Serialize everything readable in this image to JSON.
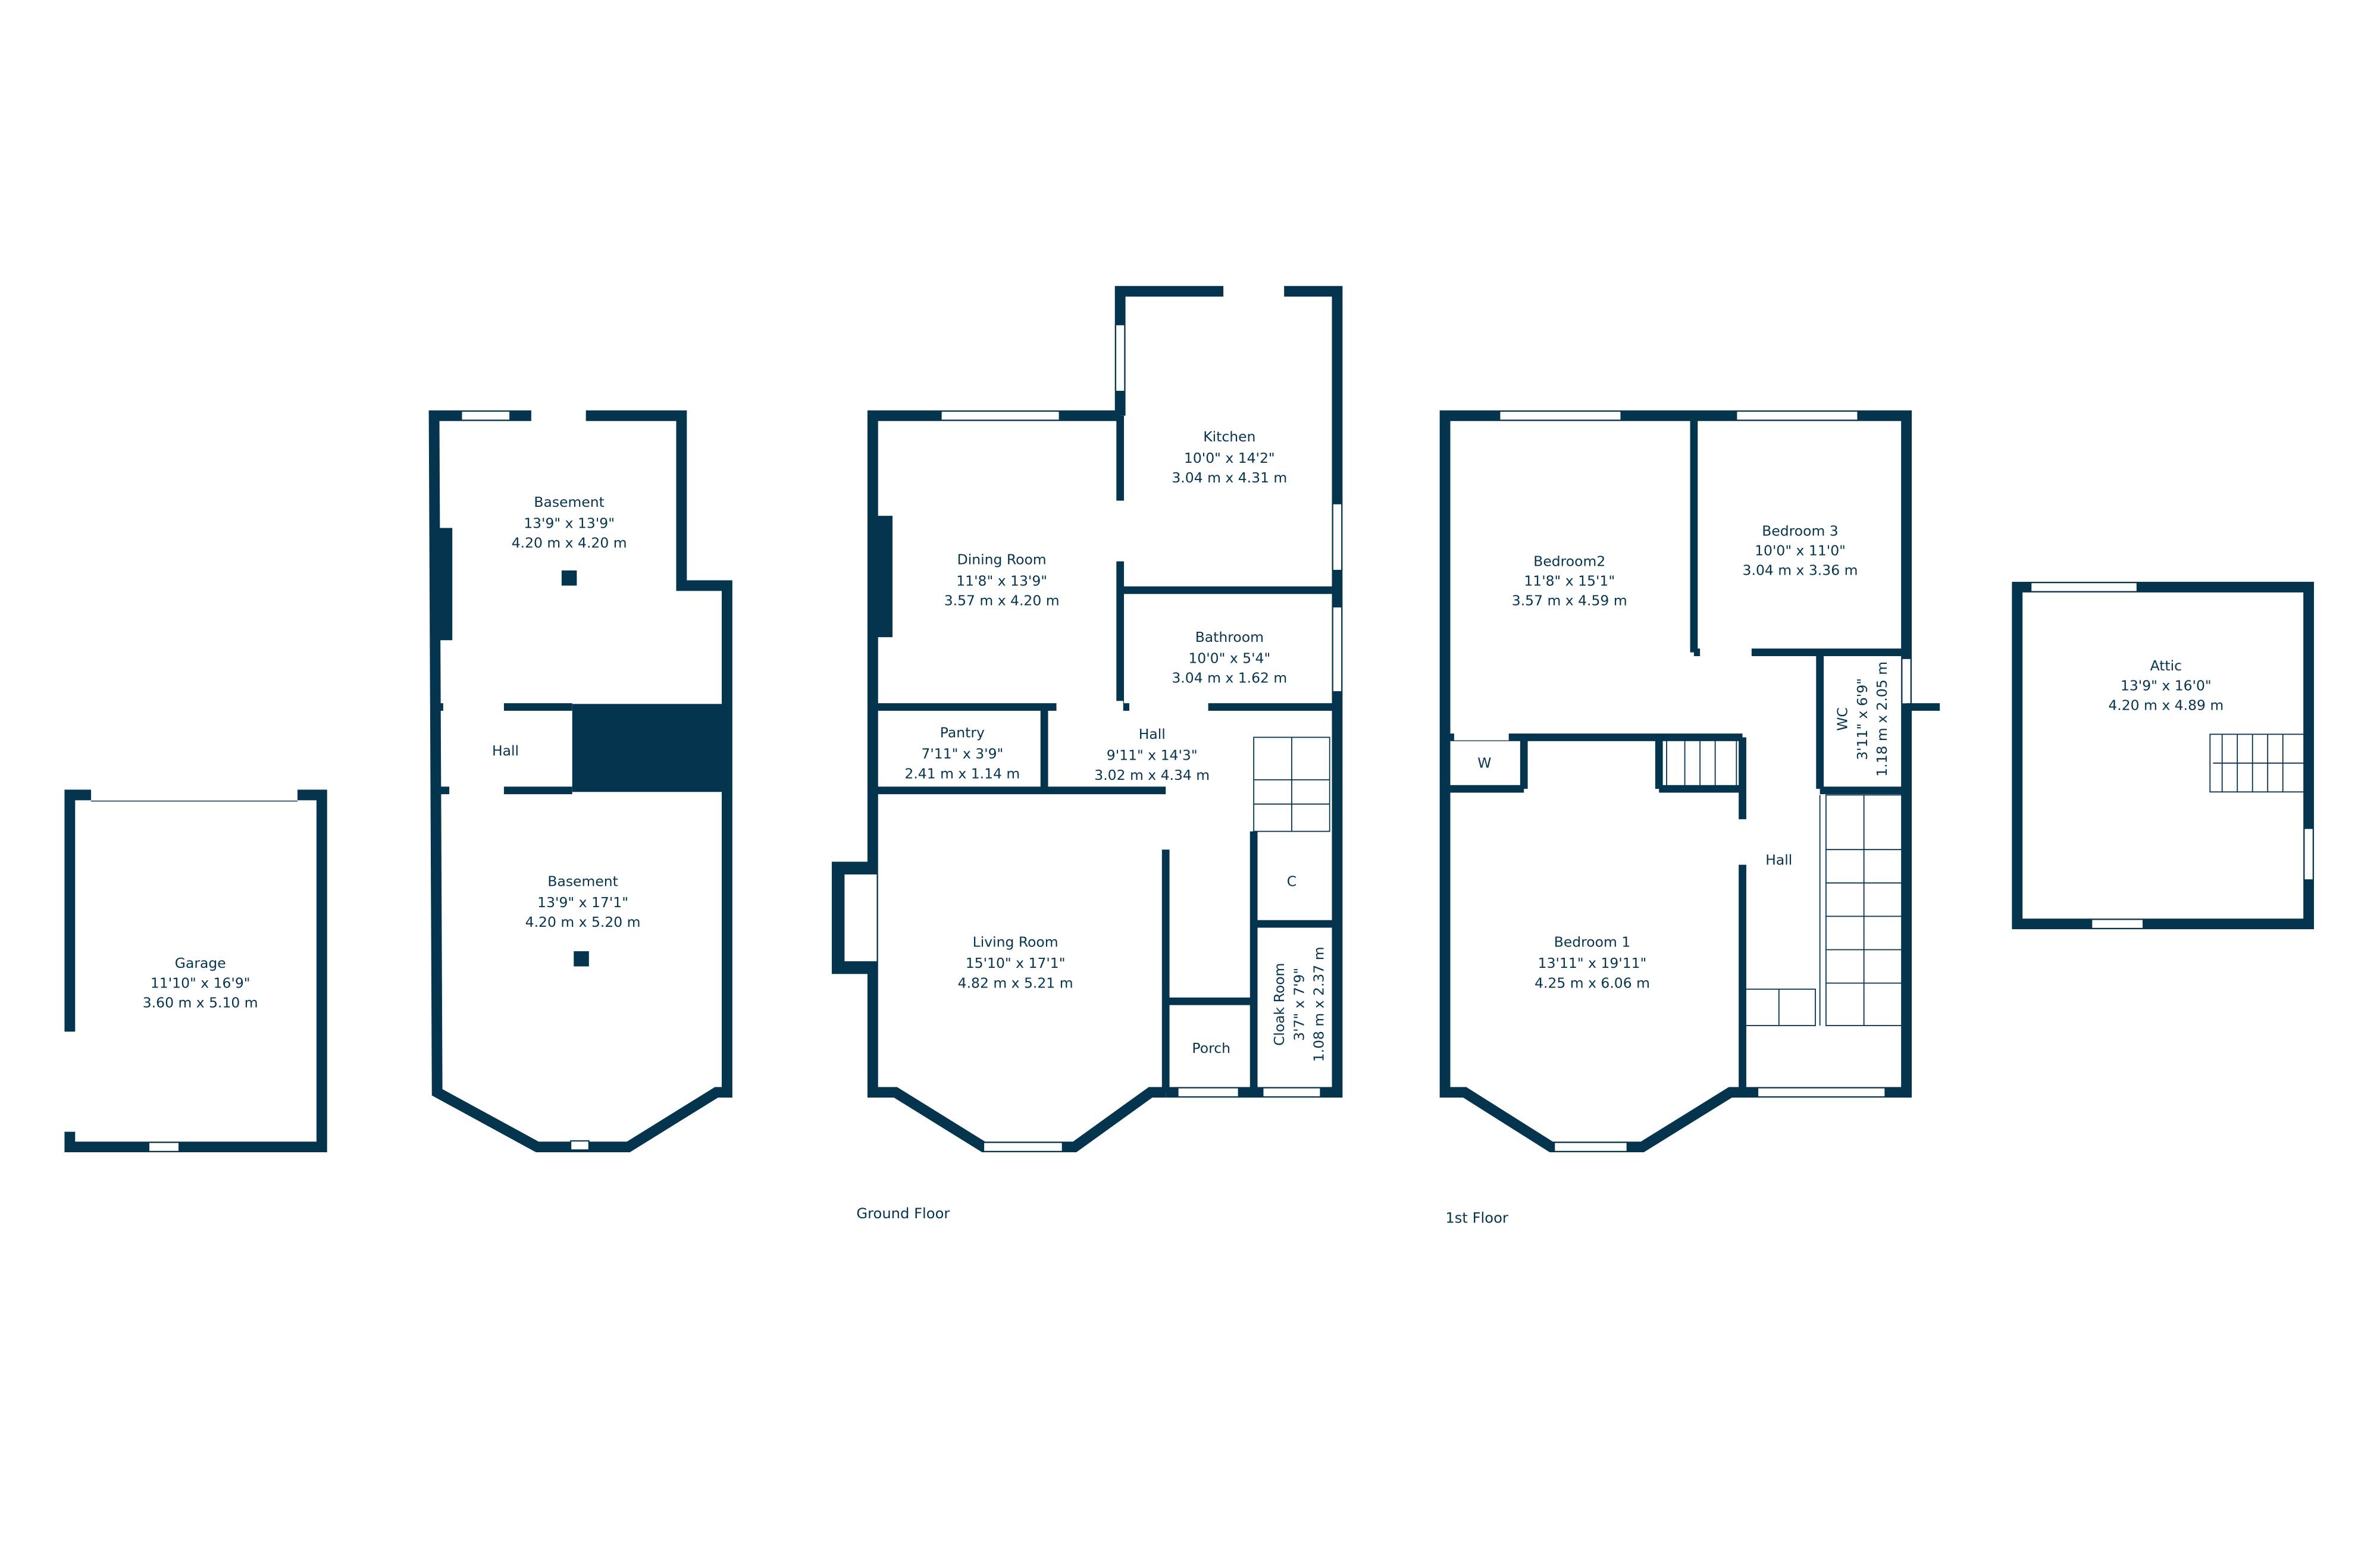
{
  "colors": {
    "wall": "#05344f",
    "background": "#ffffff"
  },
  "floors": {
    "ground": "Ground Floor",
    "first": "1st Floor"
  },
  "rooms": {
    "garage": {
      "name": "Garage",
      "imperial": "11'10\" x 16'9\"",
      "metric": "3.60 m x 5.10 m"
    },
    "basement_upper": {
      "name": "Basement",
      "imperial": "13'9\" x 13'9\"",
      "metric": "4.20 m x 4.20 m"
    },
    "basement_hall": {
      "name": "Hall"
    },
    "basement_lower": {
      "name": "Basement",
      "imperial": "13'9\" x 17'1\"",
      "metric": "4.20 m x 5.20 m"
    },
    "kitchen": {
      "name": "Kitchen",
      "imperial": "10'0\" x 14'2\"",
      "metric": "3.04 m x 4.31 m"
    },
    "dining": {
      "name": "Dining Room",
      "imperial": "11'8\" x 13'9\"",
      "metric": "3.57 m x 4.20 m"
    },
    "bathroom": {
      "name": "Bathroom",
      "imperial": "10'0\" x 5'4\"",
      "metric": "3.04 m x 1.62 m"
    },
    "pantry": {
      "name": "Pantry",
      "imperial": "7'11\" x 3'9\"",
      "metric": "2.41 m x 1.14 m"
    },
    "ground_hall": {
      "name": "Hall",
      "imperial": "9'11\" x 14'3\"",
      "metric": "3.02 m x 4.34 m"
    },
    "cupboard": {
      "name": "C"
    },
    "living": {
      "name": "Living Room",
      "imperial": "15'10\" x 17'1\"",
      "metric": "4.82 m x 5.21 m"
    },
    "cloak": {
      "name": "Cloak Room",
      "imperial": "3'7\" x 7'9\"",
      "metric": "1.08 m x 2.37 m"
    },
    "porch": {
      "name": "Porch"
    },
    "bedroom2": {
      "name": "Bedroom2",
      "imperial": "11'8\" x 15'1\"",
      "metric": "3.57 m x 4.59 m"
    },
    "bedroom3": {
      "name": "Bedroom 3",
      "imperial": "10'0\" x 11'0\"",
      "metric": "3.04 m x 3.36 m"
    },
    "wardrobe": {
      "name": "W"
    },
    "wc": {
      "name": "WC",
      "imperial": "3'11\" x 6'9\"",
      "metric": "1.18 m x 2.05 m"
    },
    "first_hall": {
      "name": "Hall"
    },
    "bedroom1": {
      "name": "Bedroom 1",
      "imperial": "13'11\" x 19'11\"",
      "metric": "4.25 m x 6.06 m"
    },
    "attic": {
      "name": "Attic",
      "imperial": "13'9\" x 16'0\"",
      "metric": "4.20 m x 4.89 m"
    }
  }
}
